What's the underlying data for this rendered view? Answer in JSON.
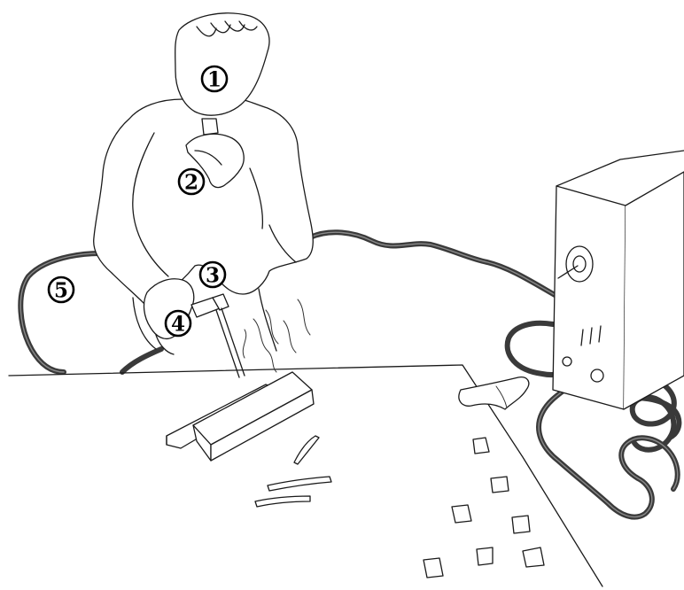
{
  "markers": [
    {
      "id": "1",
      "label": "1"
    },
    {
      "id": "2",
      "label": "2"
    },
    {
      "id": "3",
      "label": "3"
    },
    {
      "id": "4",
      "label": "4"
    },
    {
      "id": "5",
      "label": "5"
    }
  ]
}
